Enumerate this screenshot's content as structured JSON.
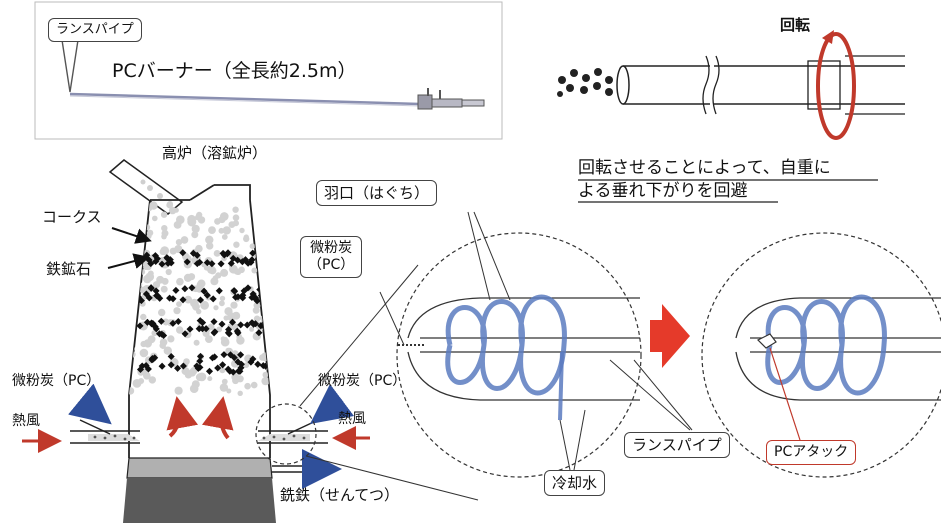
{
  "burner_panel": {
    "callout": "ランスパイプ",
    "title": "PCバーナー（全長約2.5m）"
  },
  "rotation": {
    "label": "回転",
    "caption_line1": "回転させることによって、自重に",
    "caption_line2": "よる垂れ下がりを回避"
  },
  "furnace": {
    "title": "高炉（溶鉱炉）",
    "coke": "コークス",
    "iron_ore": "鉄鉱石",
    "pc_left": "微粉炭（PC）",
    "hot_air_left": "熱風",
    "pc_right": "微粉炭（PC）",
    "hot_air_right": "熱風",
    "pig_iron": "銑鉄（せんてつ）"
  },
  "tuyere_detail": {
    "tuyere": "羽口（はぐち）",
    "pc_line1": "微粉炭",
    "pc_line2": "（PC）",
    "lance_pipe": "ランスパイプ",
    "cooling_water": "冷却水"
  },
  "attack_detail": {
    "pc_attack": "PCアタック"
  },
  "colors": {
    "blue_arrow": "#2f4f9a",
    "red_arrow": "#c0392b",
    "coil_blue": "#5b7bc0",
    "transition_arrow": "#e53a2a"
  }
}
